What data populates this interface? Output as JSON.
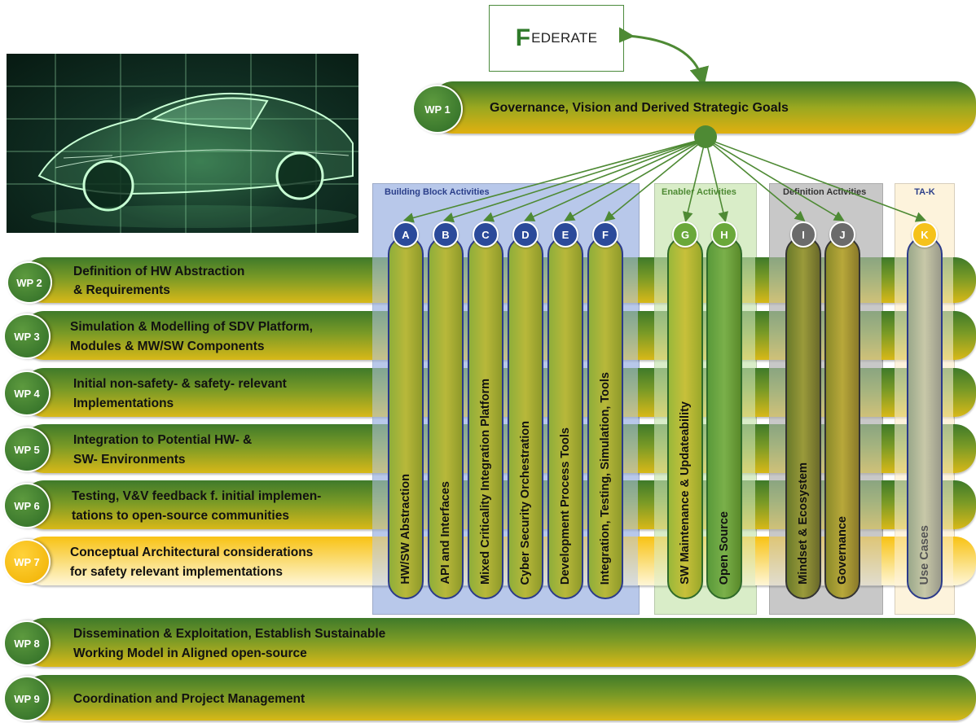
{
  "logo": {
    "mark": "F",
    "text": "EDERATE"
  },
  "wp1": {
    "label": "WP 1",
    "title": "Governance, Vision and Derived Strategic Goals"
  },
  "panels": {
    "building": "Building Block Activities",
    "enabler": "Enabler Activities",
    "definition": "Definition Activities",
    "tak": "TA-K"
  },
  "work_packages": [
    {
      "label": "WP 2",
      "line1": "Definition of HW Abstraction",
      "line2": "& Requirements"
    },
    {
      "label": "WP 3",
      "line1": "Simulation & Modelling of SDV Platform,",
      "line2": "Modules & MW/SW Components"
    },
    {
      "label": "WP 4",
      "line1": "Initial non-safety- & safety- relevant",
      "line2": "Implementations"
    },
    {
      "label": "WP 5",
      "line1": "Integration to Potential HW- &",
      "line2": "SW- Environments"
    },
    {
      "label": "WP 6",
      "line1": "Testing, V&V feedback f. initial implemen-",
      "line2": "tations to open-source communities"
    },
    {
      "label": "WP 7",
      "line1": "Conceptual Architectural considerations",
      "line2": "for safety relevant implementations"
    },
    {
      "label": "WP 8",
      "line1": "Dissemination & Exploitation, Establish Sustainable",
      "line2": "Working Model in Aligned open-source"
    },
    {
      "label": "WP 9",
      "line1": "Coordination and Project Management",
      "line2": ""
    }
  ],
  "activities": [
    {
      "letter": "A",
      "label": "HW/SW Abstraction",
      "color": "#2b4a9a"
    },
    {
      "letter": "B",
      "label": "API and Interfaces",
      "color": "#2b4a9a"
    },
    {
      "letter": "C",
      "label": "Mixed Criticality Integration Platform",
      "color": "#2b4a9a"
    },
    {
      "letter": "D",
      "label": "Cyber Security Orchestration",
      "color": "#2b4a9a"
    },
    {
      "letter": "E",
      "label": "Development Process Tools",
      "color": "#2b4a9a"
    },
    {
      "letter": "F",
      "label": "Integration, Testing, Simulation, Tools",
      "color": "#2b4a9a"
    },
    {
      "letter": "G",
      "label": "SW Maintenance & Updateability",
      "color": "#6aa83a"
    },
    {
      "letter": "H",
      "label": "Open Source",
      "color": "#6aa83a"
    },
    {
      "letter": "I",
      "label": "Mindset & Ecosystem",
      "color": "#6b6b6b"
    },
    {
      "letter": "J",
      "label": "Governance",
      "color": "#6b6b6b"
    },
    {
      "letter": "K",
      "label": "Use Cases",
      "color": "#f5c21a"
    }
  ]
}
